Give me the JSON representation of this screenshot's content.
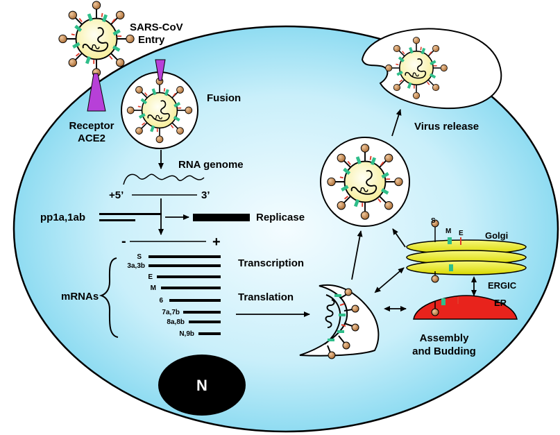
{
  "labels": {
    "entry": [
      "SARS-CoV",
      "Entry"
    ],
    "receptor": [
      "Receptor",
      "ACE2"
    ],
    "fusion": "Fusion",
    "rna_genome": "RNA genome",
    "five_prime": "+5’",
    "three_prime": "3’",
    "pp1a": "pp1a,1ab",
    "replicase": "Replicase",
    "minus": "-",
    "plus": "+",
    "transcription": "Transcription",
    "translation": "Translation",
    "mrnas": "mRNAs",
    "virus_release": "Virus release",
    "golgi": "Golgi",
    "ergic": "ERGIC",
    "er": "ER",
    "assembly": [
      "Assembly",
      "and Budding"
    ],
    "nucleus": "N",
    "proteins": {
      "s": "S",
      "m": "M",
      "e": "E"
    }
  },
  "mrna_list": [
    "S",
    "3a,3b",
    "E",
    "M",
    "6",
    "7a,7b",
    "8a,8b",
    "N,9b"
  ],
  "colors": {
    "cell_fill": "#BDEBF8",
    "virion_fill": "#FFFBC2",
    "spike_head": "#C8874A",
    "spike_green": "#2FBE8A",
    "spike_red": "#E03A2A",
    "receptor": "#B740D8",
    "golgi": "#EAEA18",
    "er": "#E8231C",
    "nucleus": "#000000"
  },
  "icons": {
    "virion": "coronavirus-particle-icon",
    "receptor": "ace2-receptor-icon",
    "nucleus": "nucleus-icon"
  }
}
